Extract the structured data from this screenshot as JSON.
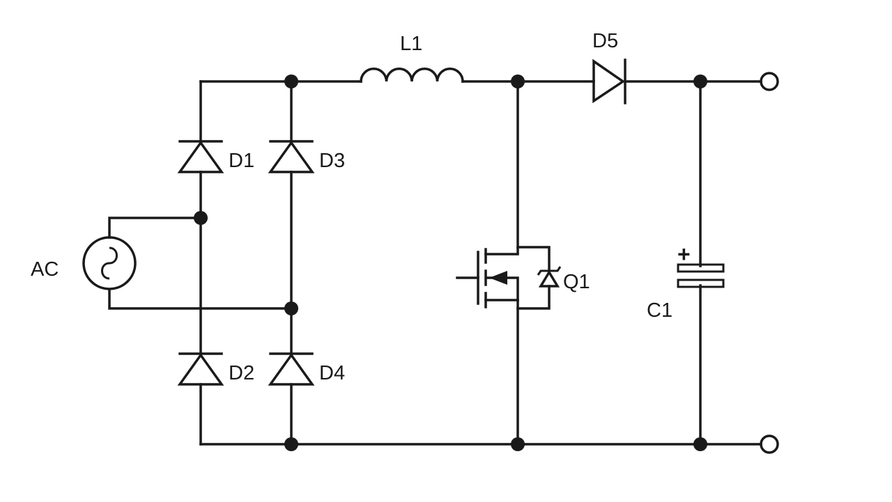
{
  "labels": {
    "ac": "AC",
    "l1": "L1",
    "d1": "D1",
    "d2": "D2",
    "d3": "D3",
    "d4": "D4",
    "d5": "D5",
    "q1": "Q1",
    "c1": "C1",
    "c1_polarity": "+"
  },
  "colors": {
    "ink": "#1a1a1a",
    "background": "#ffffff"
  }
}
